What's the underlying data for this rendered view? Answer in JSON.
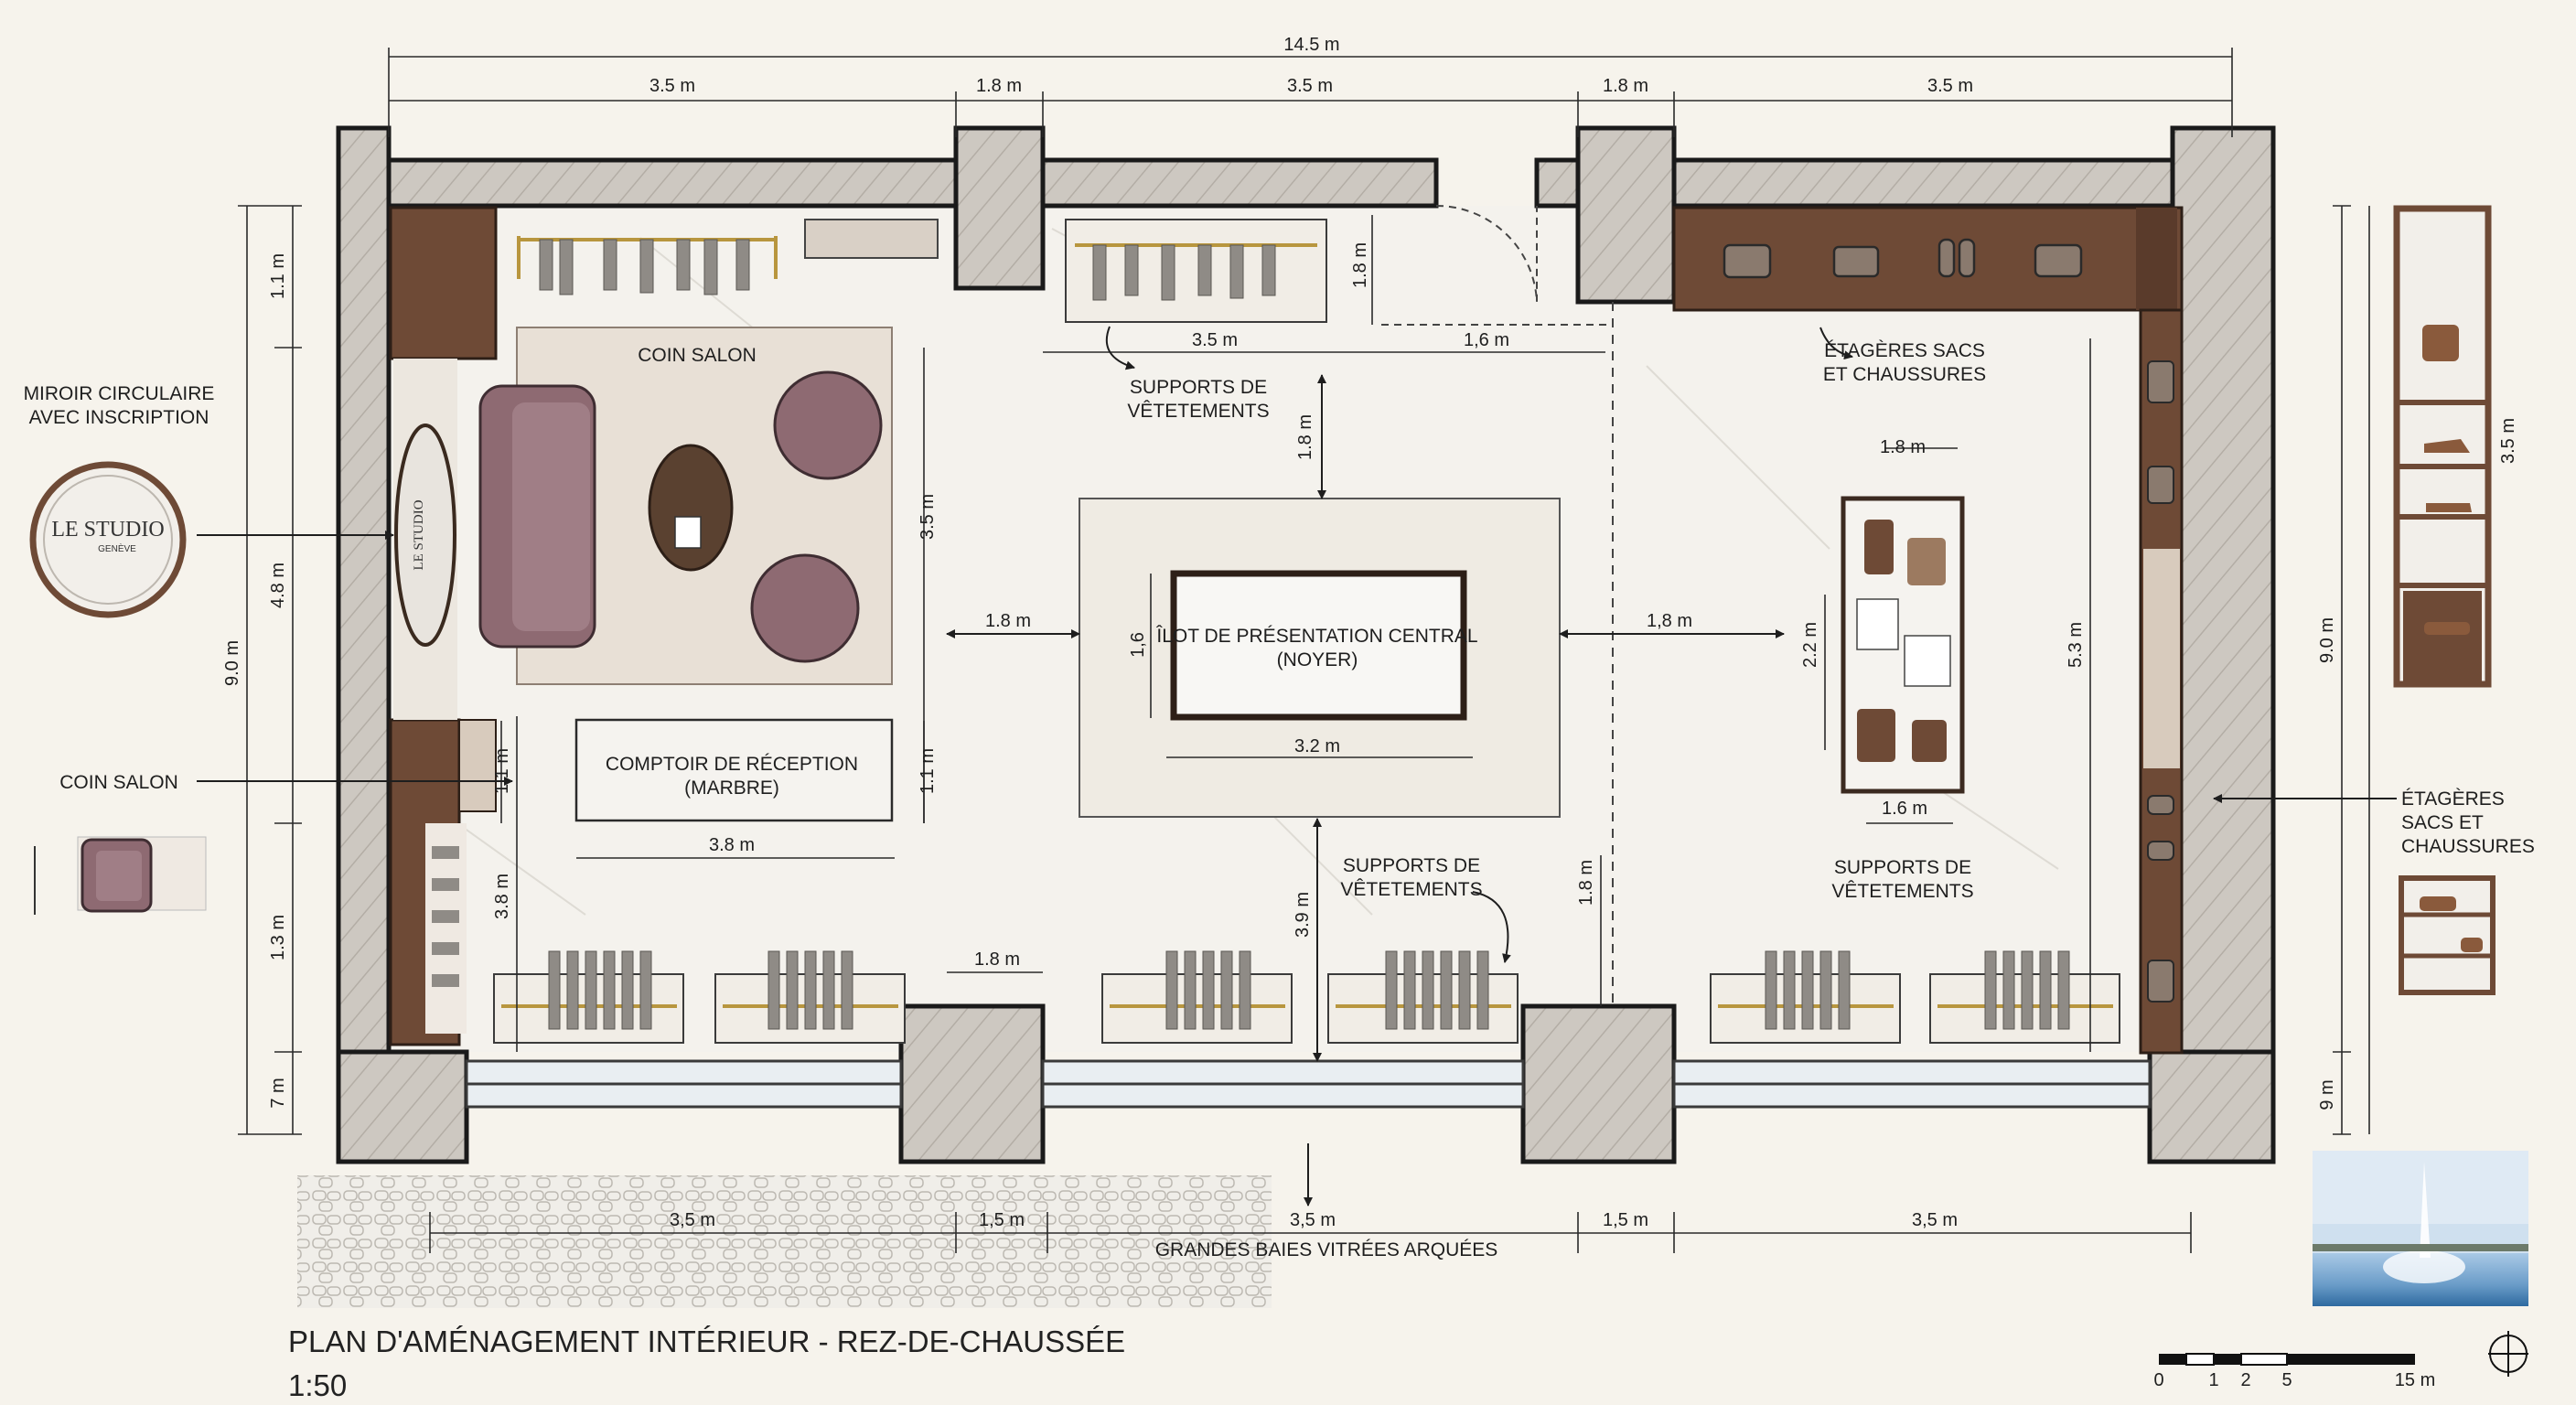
{
  "title": "PLAN D'AMÉNAGEMENT INTÉRIEUR - REZ-DE-CHAUSSÉE",
  "scale_text": "1:50",
  "colors": {
    "wall": "#555555",
    "floor": "#f3f1ec",
    "wood": "#6e4a36",
    "sofa": "#8e6a72",
    "rug": "#e8e0d6"
  },
  "dims": {
    "overall": "14.5 m",
    "top_35": "3.5 m",
    "top_18": "1.8 m",
    "bottom_35": "3,5 m",
    "bottom_15": "1,5 m",
    "left_11": "1.1 m",
    "left_48": "4.8 m",
    "left_13": "1.3 m",
    "left_7": "7 m",
    "left_90": "9.0 m",
    "right_90": "9.0 m",
    "right_9": "9 m",
    "right_35": "3.5 m",
    "in_18a": "1.8 m",
    "in_35": "3.5 m",
    "in_16": "1,6 m",
    "in_18v": "1.8 m",
    "in_35v": "3.5 m",
    "in_18h": "1.8 m",
    "in_16v": "1,6",
    "in_32": "3.2 m",
    "in_18r": "1,8 m",
    "in_11": "1.1 m",
    "in_11b": "1.1 m",
    "in_38": "3.8 m",
    "in_38v": "3.8 m",
    "in_39v": "3.9 m",
    "in_18b": "1.8 m",
    "in_18c": "1.8 m",
    "in_18t": "1.8 m",
    "in_22v": "2.2 m",
    "in_16b": "1.6 m",
    "in_53v": "5.3 m"
  },
  "labels": {
    "coin_salon": "COIN SALON",
    "comptoir_1": "COMPTOIR DE RÉCEPTION",
    "comptoir_2": "(MARBRE)",
    "ilot_1": "ÎLOT DE PRÉSENTATION CENTRAL",
    "ilot_2": "(NOYER)",
    "supports_1": "SUPPORTS DE",
    "supports_2": "VÊTETEMENTS",
    "etageres_1": "ÉTAGÈRES SACS",
    "etageres_2": "ET CHAUSSURES",
    "baies": "GRANDES BAIES VITRÉES ARQUÉES",
    "miroir_1": "MIROIR CIRCULAIRE",
    "miroir_2": "AVEC INSCRIPTION",
    "studio": "LE STUDIO",
    "geneve": "GENÈVE",
    "coin_salon_side": "COIN SALON",
    "et_side_1": "ÉTAGÈRES",
    "et_side_2": "SACS ET",
    "et_side_3": "CHAUSSURES"
  },
  "scale_bar": {
    "ticks": [
      "0",
      "1",
      "2",
      "5",
      "15 m"
    ]
  }
}
